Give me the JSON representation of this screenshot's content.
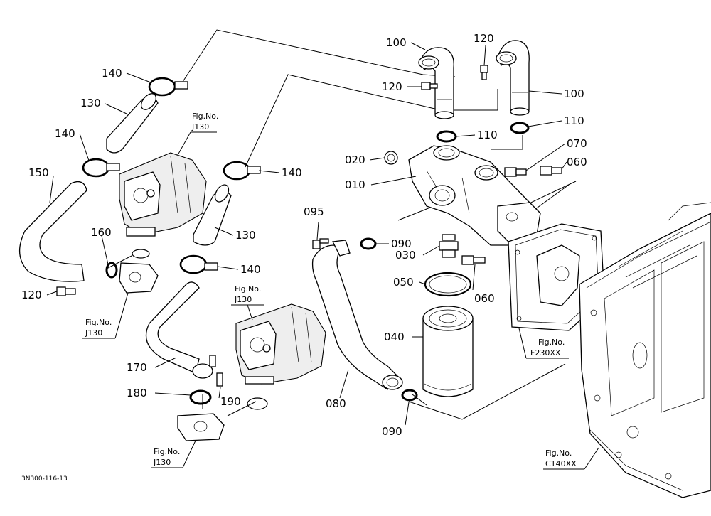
{
  "diagram_code": "3N300-116-13",
  "callouts": [
    {
      "id": "c100a",
      "label": "100"
    },
    {
      "id": "c120a",
      "label": "120"
    },
    {
      "id": "c120b",
      "label": "120"
    },
    {
      "id": "c100b",
      "label": "100"
    },
    {
      "id": "c110a",
      "label": "110"
    },
    {
      "id": "c110b",
      "label": "110"
    },
    {
      "id": "c070",
      "label": "070"
    },
    {
      "id": "c060a",
      "label": "060"
    },
    {
      "id": "c020",
      "label": "020"
    },
    {
      "id": "c010",
      "label": "010"
    },
    {
      "id": "c140a",
      "label": "140"
    },
    {
      "id": "c130a",
      "label": "130"
    },
    {
      "id": "c140b",
      "label": "140"
    },
    {
      "id": "c150",
      "label": "150"
    },
    {
      "id": "c140c",
      "label": "140"
    },
    {
      "id": "c160",
      "label": "160"
    },
    {
      "id": "c130b",
      "label": "130"
    },
    {
      "id": "c140d",
      "label": "140"
    },
    {
      "id": "c120c",
      "label": "120"
    },
    {
      "id": "c095",
      "label": "095"
    },
    {
      "id": "c090a",
      "label": "090"
    },
    {
      "id": "c030",
      "label": "030"
    },
    {
      "id": "c050",
      "label": "050"
    },
    {
      "id": "c060b",
      "label": "060"
    },
    {
      "id": "c040",
      "label": "040"
    },
    {
      "id": "c170",
      "label": "170"
    },
    {
      "id": "c180",
      "label": "180"
    },
    {
      "id": "c190",
      "label": "190"
    },
    {
      "id": "c080",
      "label": "080"
    },
    {
      "id": "c090b",
      "label": "090"
    }
  ],
  "figure_refs": [
    {
      "id": "fr1",
      "line1": "Fig.No.",
      "line2": "J130"
    },
    {
      "id": "fr2",
      "line1": "Fig.No.",
      "line2": "J130"
    },
    {
      "id": "fr3",
      "line1": "Fig.No.",
      "line2": "J130"
    },
    {
      "id": "fr4",
      "line1": "Fig.No.",
      "line2": "J130"
    },
    {
      "id": "fr5",
      "line1": "Fig.No.",
      "line2": "F230XX"
    },
    {
      "id": "fr6",
      "line1": "Fig.No.",
      "line2": "C140XX"
    }
  ]
}
